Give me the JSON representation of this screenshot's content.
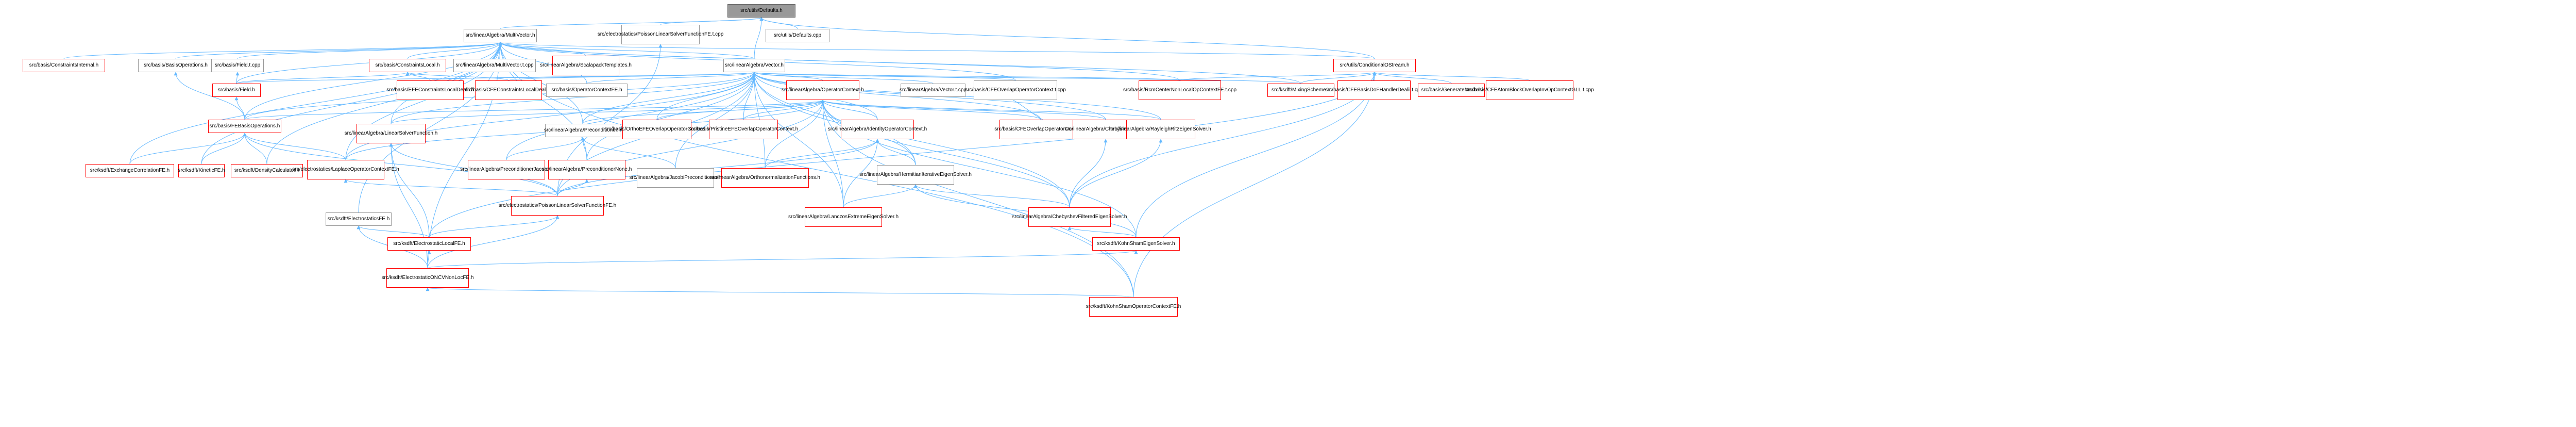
{
  "graph": {
    "title": "src/utils/Defaults.h",
    "edge_color": "#63b8ff",
    "nodes": {
      "root": "src/utils/Defaults.h",
      "multivector": "src/linearAlgebra/MultiVector.h",
      "poisson_cpp": "src/electrostatics\n/PoissonLinearSolverFunction\nFE.t.cpp",
      "defaults_cpp": "src/utils/Defaults.cpp",
      "vector_h": "src/linearAlgebra/Vector.h",
      "cond_ostream": "src/utils/ConditionalOStream.h",
      "constraints_internal": "src/basis/ConstraintsInternal.h",
      "basis_operations": "src/basis/BasisOperations.h",
      "field_cpp": "src/basis/Field.t.cpp",
      "constraints_local": "src/basis/ConstraintsLocal.h",
      "multivector_cpp": "src/linearAlgebra/MultiVector.t.cpp",
      "scalapack": "src/linearAlgebra/Scalapack\nTemplates.h",
      "field_h": "src/basis/Field.h",
      "efe_constraints": "src/basis/EFEConstraints\nLocalDealii.h",
      "cfe_constraints": "src/basis/CFEConstraints\nLocalDealii.h",
      "operator_context": "src/basis/OperatorContextFE.h",
      "la_operator_context": "src/linearAlgebra/Operator\nContext.h",
      "vector_cpp": "src/linearAlgebra/Vector.t.cpp",
      "cfe_overlap_cpp": "src/basis/CFEOverlapOperator\nContext.t.cpp",
      "rcn_local_cpp": "src/basis/RcmCenterNonLocal\nOpContextFE.t.cpp",
      "mixing": "src/ksdft/MixingScheme.h",
      "cfe_basis_dof": "src/basis/CFEBasisDoFHandler\nDealii.t.cpp",
      "generate_mesh": "src/basis/GenerateMesh.h",
      "cfe_atom_block": "src/basis/CFEAtomBlockOverlap\nInvOpContextGLL.t.cpp",
      "fe_basis_ops": "src/basis/FEBasisOperations.h",
      "la_linear_solver": "src/linearAlgebra/Linear\nSolverFunction.h",
      "la_precond": "src/linearAlgebra/Preconditioner.h",
      "ortho_efe": "src/basis/OrthoEFEOverlap\nOperatorContext.h",
      "pristine_efe": "src/basis/PristineEFEOverlap\nOperatorContext.h",
      "identity_op": "src/linearAlgebra/Identity\nOperatorContext.h",
      "cfe_overlap_h": "src/basis/CFEOverlapOperator\nContext.h",
      "cheb_filter": "src/linearAlgebra/Chebyshev\nFilter.h",
      "rayleigh": "src/linearAlgebra/Rayleigh\nRitzEigenSolver.h",
      "exchange": "src/ksdft/ExchangeCorrelationFE.h",
      "kinetic": "src/ksdft/KineticFE.h",
      "density_calc": "src/ksdft/DensityCalculator.h",
      "laplace": "src/electrostatics\n/LaplaceOperatorContextFE.h",
      "precond_jacobi": "src/linearAlgebra/Preconditioner\nJacobi.h",
      "precond_none": "src/linearAlgebra/Preconditioner\nNone.h",
      "jacobi_precond": "src/linearAlgebra/Jacobi\nPreconditioner.h",
      "ortho_functions": "src/linearAlgebra/Orthonormalization\nFunctions.h",
      "hermitian": "src/linearAlgebra/Hermitian\nIterativeEigenSolver.h",
      "lanczos": "src/linearAlgebra/Lanczos\nExtremeEigenSolver.h",
      "cheb_filtered": "src/linearAlgebra/Chebyshev\nFilteredEigenSolver.h",
      "electrostatics_fe": "src/ksdft/ElectrostaticsFE.h",
      "poisson_h": "src/electrostatics\n/PoissonLinearSolverFunctionFE.h",
      "electro_local": "src/ksdft/ElectrostaticLocalFE.h",
      "ks_eigen": "src/ksdft/KohnShamEigenSolver.h",
      "electro_oncv": "src/ksdft/ElectrostaticONCVNon\nLocFE.h",
      "ks_operator": "src/ksdft/KohnShamOperator\nContextFE.h"
    }
  }
}
